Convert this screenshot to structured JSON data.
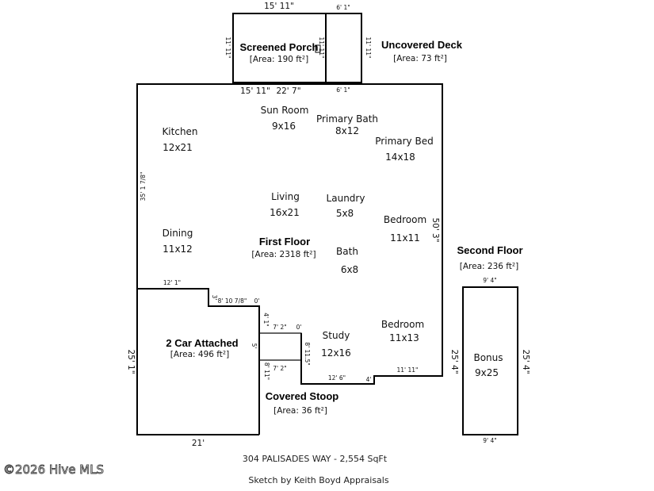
{
  "areas": {
    "screened_porch": {
      "title": "Screened Porch",
      "area": "[Area: 190 ft²]"
    },
    "uncovered_deck": {
      "title": "Uncovered Deck",
      "area": "[Area: 73 ft²]"
    },
    "first_floor": {
      "title": "First Floor",
      "area": "[Area: 2318 ft²]"
    },
    "second_floor": {
      "title": "Second Floor",
      "area": "[Area: 236 ft²]"
    },
    "garage": {
      "title": "2 Car Attached",
      "area": "[Area: 496 ft²]"
    },
    "covered_stoop": {
      "title": "Covered Stoop",
      "area": "[Area: 36 ft²]"
    }
  },
  "rooms": {
    "kitchen": {
      "name": "Kitchen",
      "size": "12x21"
    },
    "sun_room": {
      "name": "Sun Room",
      "size": "9x16"
    },
    "primary_bath": {
      "name": "Primary Bath",
      "size": "8x12"
    },
    "primary_bed": {
      "name": "Primary Bed",
      "size": "14x18"
    },
    "living": {
      "name": "Living",
      "size": "16x21"
    },
    "laundry": {
      "name": "Laundry",
      "size": "5x8"
    },
    "bedroom_1": {
      "name": "Bedroom",
      "size": "11x11"
    },
    "dining": {
      "name": "Dining",
      "size": "11x12"
    },
    "bath": {
      "name": "Bath",
      "size": "6x8"
    },
    "study": {
      "name": "Study",
      "size": "12x16"
    },
    "bedroom_2": {
      "name": "Bedroom",
      "size": "11x13"
    },
    "bonus": {
      "name": "Bonus",
      "size": "9x25"
    }
  },
  "dimensions": {
    "porch_top": "15' 11\"",
    "deck_top": "6' 1\"",
    "porch_left": "11' 11\"",
    "porch_right": "11' 11\"",
    "deck_right": "11' 11\"",
    "porch_bottom_a": "15' 11\"",
    "porch_bottom_b": "22' 7\"",
    "deck_bottom": "6' 1\"",
    "main_left": "35' 1 7/8\"",
    "main_right": "50' 3\"",
    "step_top": "12' 1\"",
    "step_small_v": "3'",
    "step_horiz": "8' 10 7/8\"",
    "step_tick": "0'",
    "stoop_left_top": "4' 1\"",
    "stoop_top": "7' 2\"",
    "stoop_tick": "0'",
    "stoop_mid": "5'",
    "stoop_inner": "7' 2\"",
    "stoop_left_v": "8' 11\"",
    "stoop_right_v": "8' 11.5\"",
    "bottom_12_6": "12' 6\"",
    "bottom_tick": "4'",
    "bottom_11_11": "11' 11\"",
    "garage_left": "25' 1\"",
    "garage_bottom": "21'",
    "house_right_lower": "25' 4\"",
    "bonus_top": "9' 4\"",
    "bonus_bottom": "9' 4\"",
    "bonus_right": "25' 4\""
  },
  "footer": {
    "address": "304 PALISADES WAY - 2,554 SqFt",
    "credit": "Sketch by Keith Boyd Appraisals"
  },
  "watermark": "©2026 Hive MLS"
}
